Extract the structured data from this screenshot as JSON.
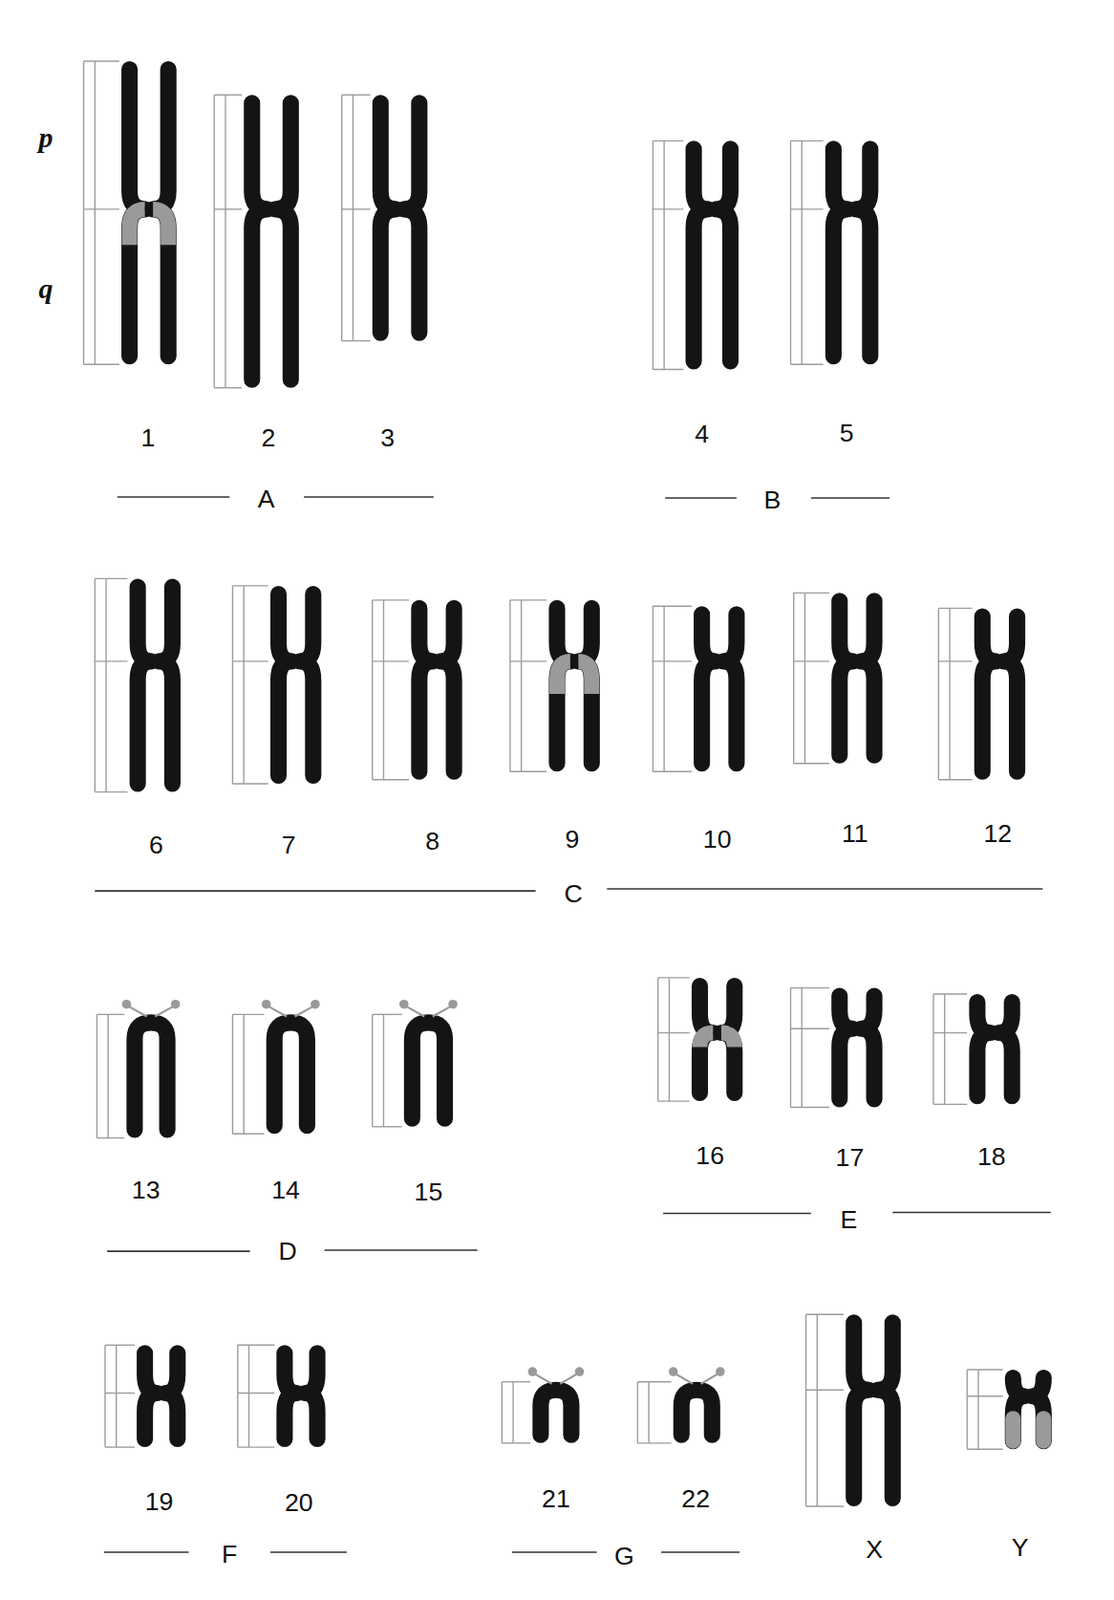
{
  "diagram": {
    "labels": [
      "p",
      "q",
      "1",
      "2",
      "3",
      "A",
      "4",
      "5",
      "B",
      "6",
      "7",
      "8",
      "9",
      "10",
      "11",
      "12",
      "C",
      "13",
      "14",
      "15",
      "D",
      "16",
      "17",
      "18",
      "E",
      "19",
      "20",
      "F",
      "21",
      "22",
      "G",
      "X",
      "Y"
    ]
  }
}
